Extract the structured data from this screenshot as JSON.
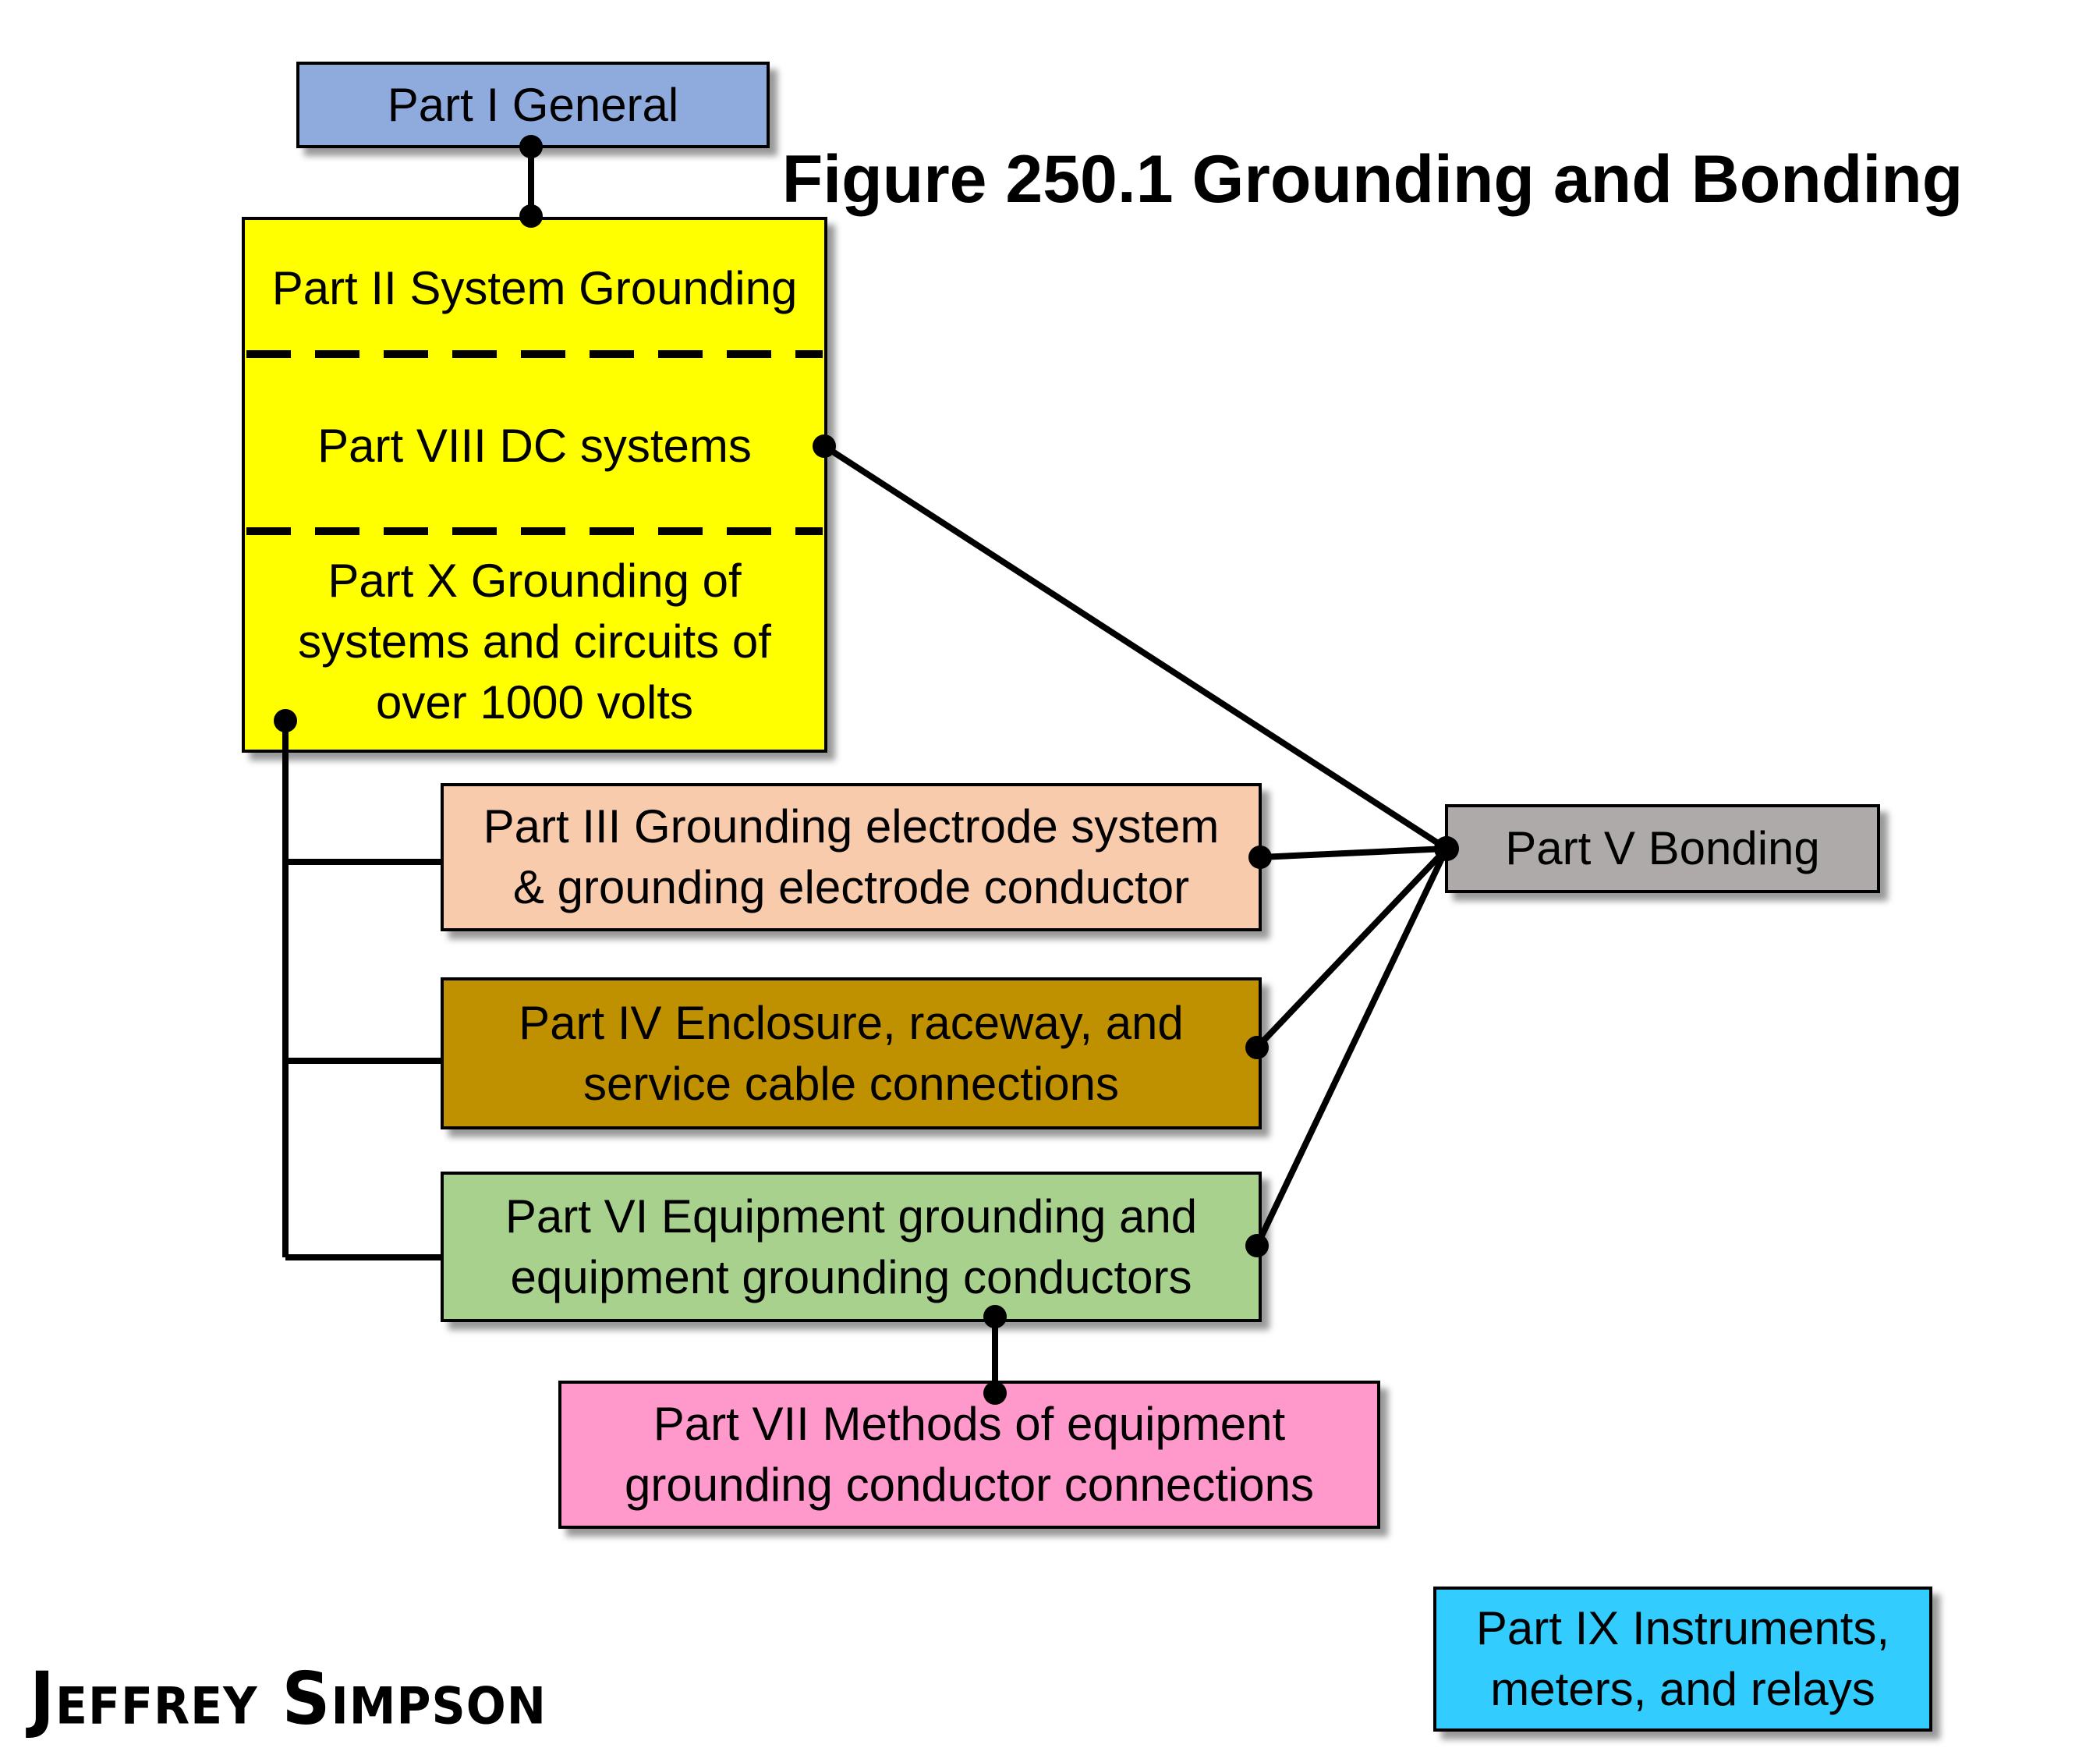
{
  "figure": {
    "title": "Figure 250.1 Grounding and Bonding",
    "author_signature": "Jeffrey Simpson"
  },
  "colors": {
    "background": "#FFFFFF",
    "connector_line": "#000000",
    "part1_fill": "#8FAADC",
    "system_group_fill": "#FFFF00",
    "part3_fill": "#F8CBAD",
    "part4_fill": "#BF9000",
    "part5_fill": "#AEAAAA",
    "part6_fill": "#A9D18E",
    "part7_fill": "#FF99CC",
    "part9_fill": "#33CCFF"
  },
  "boxes": {
    "part1": {
      "label": "Part I General",
      "lines": [
        "Part I General"
      ],
      "fill": "#8FAADC"
    },
    "system_group": {
      "fill": "#FFFF00",
      "sections": [
        {
          "label": "Part II System Grounding",
          "lines": [
            "Part II System Grounding"
          ]
        },
        {
          "label": "Part VIII DC systems",
          "lines": [
            "Part VIII DC systems"
          ]
        },
        {
          "label": "Part X Grounding of systems and circuits of over 1000 volts",
          "lines": [
            "Part X Grounding of",
            "systems and circuits of",
            "over 1000 volts"
          ]
        }
      ]
    },
    "part3": {
      "label": "Part III Grounding electrode system & grounding electrode conductor",
      "lines": [
        "Part III Grounding electrode system",
        "& grounding electrode conductor"
      ],
      "fill": "#F8CBAD"
    },
    "part4": {
      "label": "Part IV Enclosure, raceway, and service cable connections",
      "lines": [
        "Part IV Enclosure, raceway, and",
        "service cable connections"
      ],
      "fill": "#BF9000"
    },
    "part5": {
      "label": "Part V Bonding",
      "lines": [
        "Part V Bonding"
      ],
      "fill": "#AEAAAA"
    },
    "part6": {
      "label": "Part VI Equipment grounding and equipment grounding conductors",
      "lines": [
        "Part VI Equipment grounding and",
        "equipment grounding conductors"
      ],
      "fill": "#A9D18E"
    },
    "part7": {
      "label": "Part VII Methods of equipment grounding conductor connections",
      "lines": [
        "Part VII Methods of equipment",
        "grounding conductor connections"
      ],
      "fill": "#FF99CC"
    },
    "part9": {
      "label": "Part IX Instruments, meters, and relays",
      "lines": [
        "Part IX Instruments,",
        "meters, and relays"
      ],
      "fill": "#33CCFF"
    }
  },
  "connections": [
    {
      "from": "Part I General",
      "to": "Part II System Grounding"
    },
    {
      "from": "Part VIII DC systems",
      "to": "Part V Bonding"
    },
    {
      "from": "Part X Grounding of systems and circuits of over 1000 volts",
      "to": "Part III Grounding electrode system & grounding electrode conductor"
    },
    {
      "from": "Part X Grounding of systems and circuits of over 1000 volts",
      "to": "Part IV Enclosure, raceway, and service cable connections"
    },
    {
      "from": "Part X Grounding of systems and circuits of over 1000 volts",
      "to": "Part VI Equipment grounding and equipment grounding conductors"
    },
    {
      "from": "Part III Grounding electrode system & grounding electrode conductor",
      "to": "Part V Bonding"
    },
    {
      "from": "Part IV Enclosure, raceway, and service cable connections",
      "to": "Part V Bonding"
    },
    {
      "from": "Part VI Equipment grounding and equipment grounding conductors",
      "to": "Part V Bonding"
    },
    {
      "from": "Part VI Equipment grounding and equipment grounding conductors",
      "to": "Part VII Methods of equipment grounding conductor connections"
    }
  ]
}
